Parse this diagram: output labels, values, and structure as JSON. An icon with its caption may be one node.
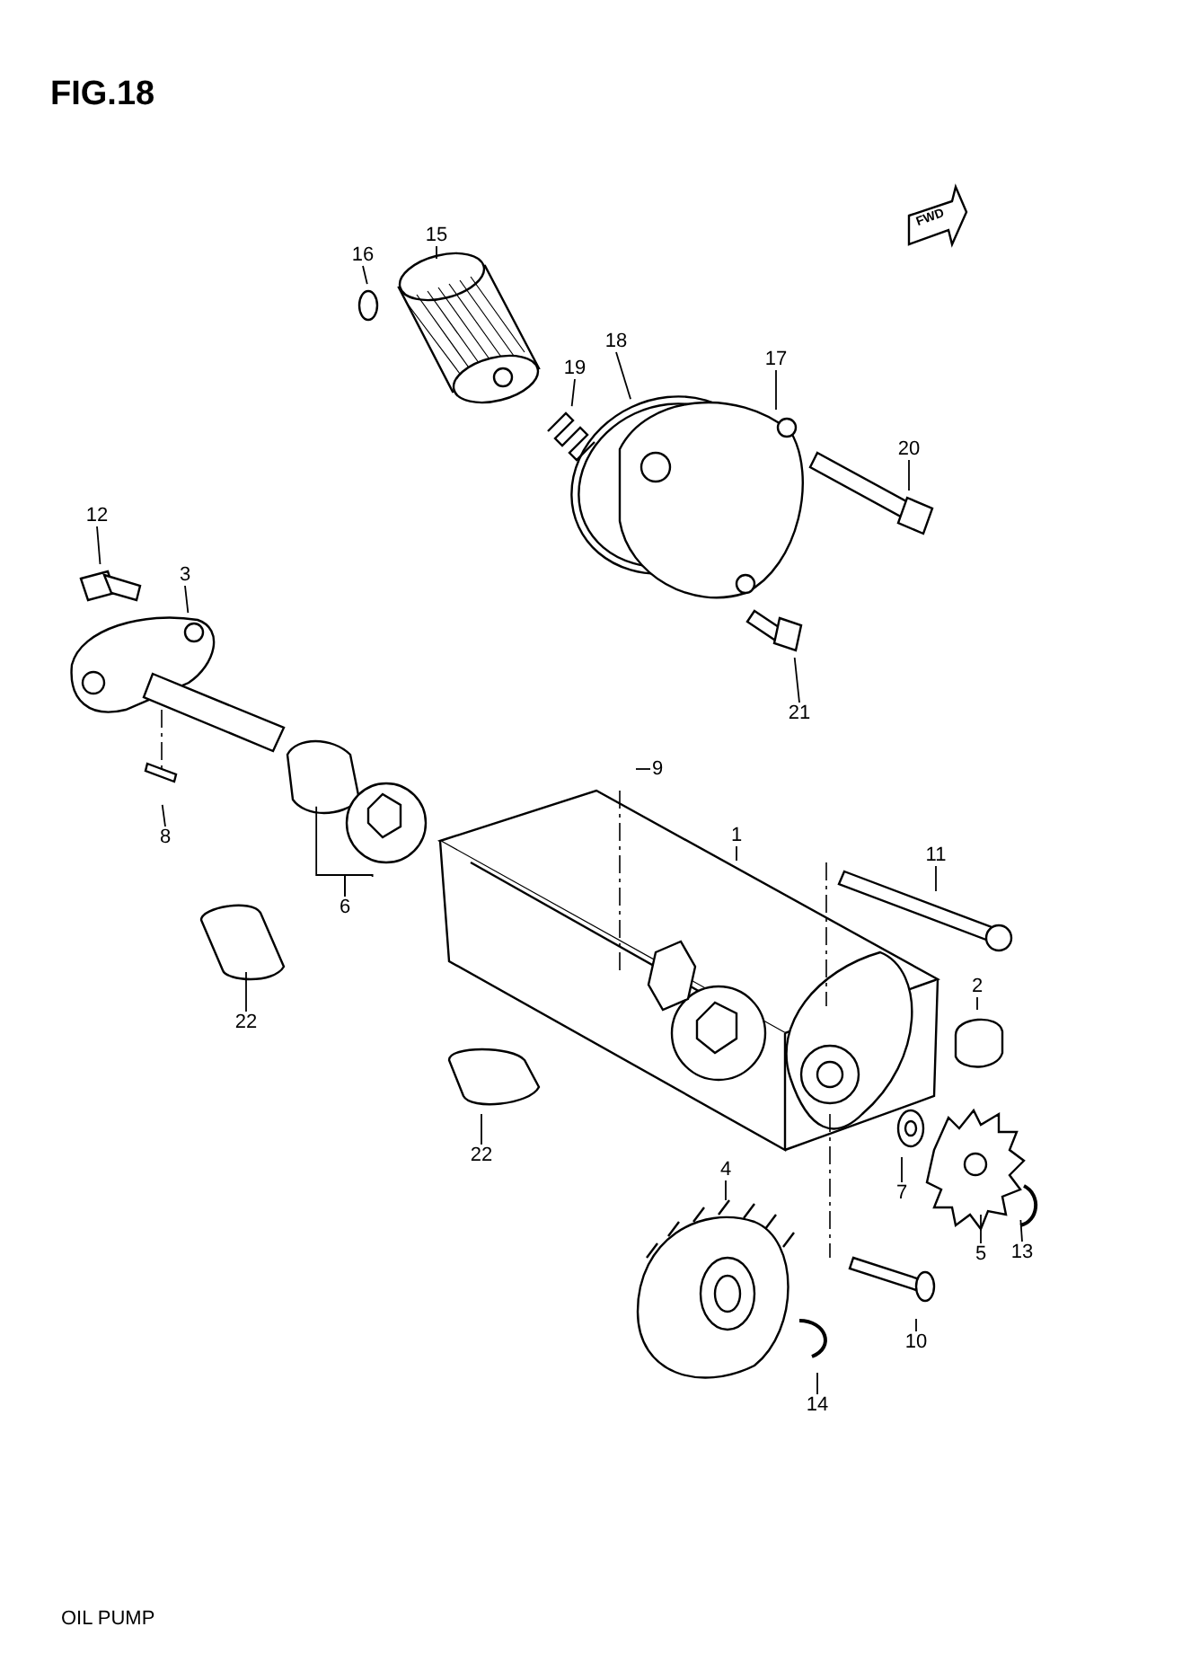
{
  "diagram": {
    "title": "FIG.18",
    "caption": "OIL PUMP",
    "nodes": [
      {
        "text": [
          "16"
        ]
      },
      {
        "text": [
          "15"
        ]
      },
      {
        "text": [
          "19"
        ]
      },
      {
        "text": [
          "18"
        ]
      },
      {
        "text": [
          "17"
        ]
      },
      {
        "text": [
          "20"
        ]
      },
      {
        "text": [
          "12"
        ]
      },
      {
        "text": [
          "3"
        ]
      },
      {
        "text": [
          "21"
        ]
      },
      {
        "text": [
          "9"
        ]
      },
      {
        "text": [
          "8"
        ]
      },
      {
        "text": [
          "1"
        ]
      },
      {
        "text": [
          "11"
        ]
      },
      {
        "text": [
          "6"
        ]
      },
      {
        "text": [
          "2"
        ]
      },
      {
        "text": [
          "22"
        ]
      },
      {
        "text": [
          "22"
        ]
      },
      {
        "text": [
          "4"
        ]
      },
      {
        "text": [
          "7"
        ]
      },
      {
        "text": [
          "5"
        ]
      },
      {
        "text": [
          "13"
        ]
      },
      {
        "text": [
          "10"
        ]
      },
      {
        "text": [
          "14"
        ]
      }
    ],
    "edges": [
      {
        "from": 0,
        "to": null,
        "arrow": "none"
      },
      {
        "from": 1,
        "to": null,
        "arrow": "none"
      },
      {
        "from": 2,
        "to": null,
        "arrow": "none"
      },
      {
        "from": 3,
        "to": null,
        "arrow": "none"
      },
      {
        "from": 4,
        "to": null,
        "arrow": "none"
      },
      {
        "from": 5,
        "to": null,
        "arrow": "none"
      },
      {
        "from": 6,
        "to": null,
        "arrow": "none"
      },
      {
        "from": 7,
        "to": null,
        "arrow": "none"
      },
      {
        "from": 8,
        "to": null,
        "arrow": "none"
      },
      {
        "from": 9,
        "to": null,
        "arrow": "none"
      },
      {
        "from": 10,
        "to": null,
        "arrow": "none"
      },
      {
        "from": 11,
        "to": null,
        "arrow": "none"
      },
      {
        "from": 12,
        "to": null,
        "arrow": "none"
      },
      {
        "from": 13,
        "to": null,
        "arrow": "none"
      },
      {
        "from": 13,
        "to": null,
        "arrow": "none"
      },
      {
        "from": 14,
        "to": null,
        "arrow": "none"
      },
      {
        "from": 15,
        "to": null,
        "arrow": "none"
      },
      {
        "from": 16,
        "to": null,
        "arrow": "none"
      },
      {
        "from": 17,
        "to": null,
        "arrow": "none"
      },
      {
        "from": 18,
        "to": null,
        "arrow": "none"
      },
      {
        "from": 19,
        "to": null,
        "arrow": "none"
      },
      {
        "from": 20,
        "to": null,
        "arrow": "none"
      },
      {
        "from": 21,
        "to": null,
        "arrow": "none"
      },
      {
        "from": 22,
        "to": null,
        "arrow": "none"
      }
    ],
    "labels": [
      "FWD"
    ]
  }
}
